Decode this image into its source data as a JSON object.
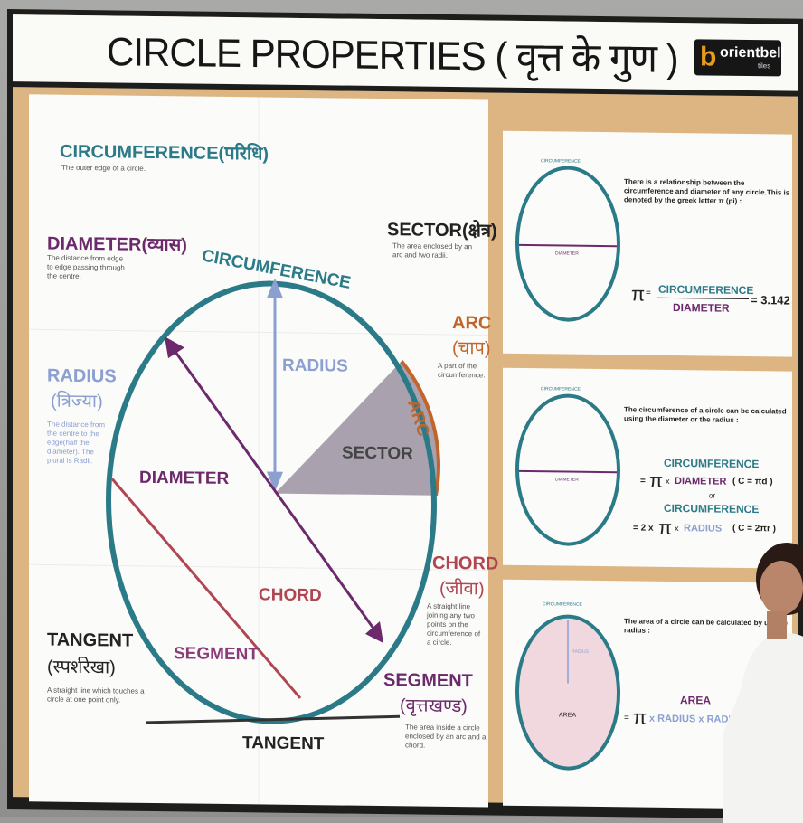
{
  "poster": {
    "title": "CIRCLE PROPERTIES ( वृत्त के गुण )",
    "logo_text": "orientbell",
    "logo_sub": "tiles"
  },
  "left": {
    "circumference": {
      "title": "CIRCUMFERENCE(परिधि)",
      "desc": "The outer edge of a circle."
    },
    "diameter": {
      "title": "DIAMETER(व्यास)",
      "desc": "The distance from edge to edge passing through the centre."
    },
    "radius": {
      "title": "RADIUS",
      "hindi": "(त्रिज्या)",
      "desc": "The distance from the centre to the edge(half the diameter). The plural is Radii."
    },
    "tangent": {
      "title": "TANGENT",
      "hindi": "(स्पर्शरेखा)",
      "desc": "A straight line which touches a circle at one point only."
    },
    "sector": {
      "title": "SECTOR(क्षेत्र)",
      "desc": "The area enclosed by an arc and two radii."
    },
    "arc": {
      "title": "ARC",
      "hindi": "(चाप)",
      "desc": "A part of the circumference."
    },
    "chord": {
      "title": "CHORD",
      "hindi": "(जीवा)",
      "desc": "A straight line joining any two points on the circumference of a circle."
    },
    "segment": {
      "title": "SEGMENT",
      "hindi": "(वृत्तखण्ड)",
      "desc": "The area inside a circle enclosed by an arc and a chord."
    }
  },
  "diagram": {
    "circumference": "CIRCUMFERENCE",
    "radius": "RADIUS",
    "arc": "ARC",
    "sector": "SECTOR",
    "diameter": "DIAMETER",
    "chord": "CHORD",
    "segment": "SEGMENT",
    "tangent": "TANGENT"
  },
  "panel1": {
    "text": "There is a relationship between the circumference and diameter of any circle.This is denoted by the greek letter π (pi) :",
    "circle_top": "CIRCUMFERENCE",
    "circle_mid": "DIAMETER",
    "pi": "π",
    "eq": "=",
    "numerator": "CIRCUMFERENCE",
    "denominator": "DIAMETER",
    "value": "= 3.142"
  },
  "panel2": {
    "text": "The circumference of a circle can be calculated using the diameter or the radius :",
    "circle_top": "CIRCUMFERENCE",
    "circle_mid": "DIAMETER",
    "f1_lhs": "CIRCUMFERENCE",
    "f1_eq": "=",
    "f1_pi": "π",
    "f1_x": "x",
    "f1_term": "DIAMETER",
    "f1_short": "( C = πd )",
    "or": "or",
    "f2_lhs": "CIRCUMFERENCE",
    "f2_pre": "= 2 x",
    "f2_pi": "π",
    "f2_x": "x",
    "f2_term": "RADIUS",
    "f2_short": "( C = 2πr )"
  },
  "panel3": {
    "text": "The area of a circle can be calculated by u... the radius :",
    "circle_top": "CIRCUMFERENCE",
    "circle_radius": "RADIUS",
    "circle_mid": "AREA",
    "lhs": "AREA",
    "eq": "=",
    "pi": "π",
    "rest": "x RADIUS x RADIU"
  }
}
